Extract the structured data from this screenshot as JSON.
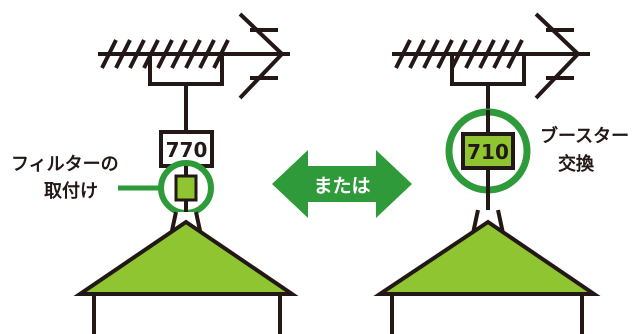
{
  "left_panel": {
    "amp_label": "770",
    "note_line1": "フィルターの",
    "note_line2": "取付け"
  },
  "center": {
    "arrow_label": "または"
  },
  "right_panel": {
    "amp_label": "710",
    "note_line1": "ブースター",
    "note_line2": "交換"
  },
  "colors": {
    "accent_green": "#2f9a3a",
    "roof_green": "#8ec531",
    "line": "#231815"
  }
}
